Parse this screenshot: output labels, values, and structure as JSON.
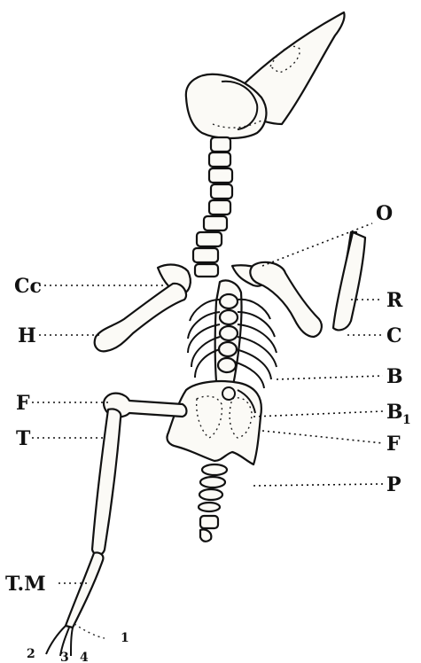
{
  "figure": {
    "labels": {
      "O": "O",
      "Cc": "Cc",
      "R": "R",
      "H": "H",
      "C": "C",
      "B": "B",
      "F_upper": "F",
      "B1": "B",
      "B1_sub": "1",
      "F_lower": "F",
      "T": "T",
      "P": "P",
      "TM": "T.M",
      "toe1": "1",
      "toe2": "2",
      "toe3": "3",
      "toe4": "4"
    }
  }
}
